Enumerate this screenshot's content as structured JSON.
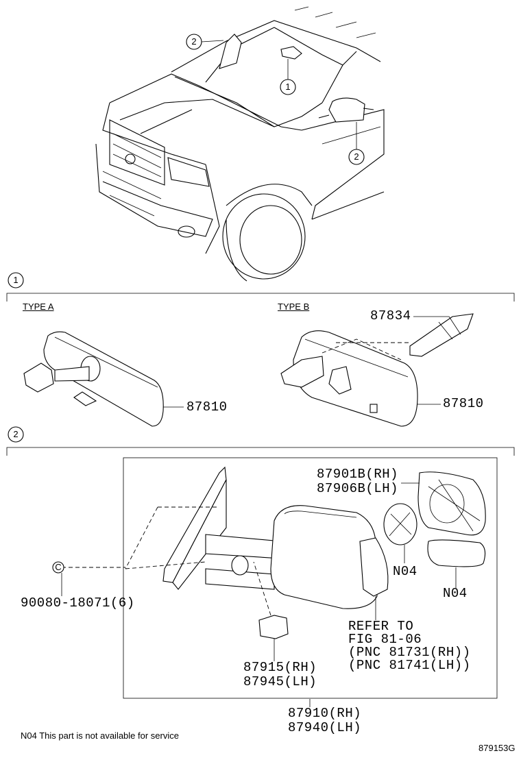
{
  "callouts": {
    "mirror_inner_ref": "1",
    "mirror_outer_ref": "2",
    "section1_ref": "1",
    "section2_ref": "2"
  },
  "section1": {
    "type_a_label": "TYPE A",
    "type_b_label": "TYPE B",
    "type_a_part": "87810",
    "type_b_part": "87810",
    "type_b_cover_part": "87834"
  },
  "section2": {
    "glass_rh": "87901B(RH)",
    "glass_lh": "87906B(LH)",
    "n04_a": "N04",
    "n04_b": "N04",
    "clip_part": "90080-18071(6)",
    "refer_line1": "REFER TO",
    "refer_line2": "FIG 81-06",
    "refer_line3": "(PNC 81731(RH))",
    "refer_line4": "(PNC 81741(LH))",
    "cover_rh": "87915(RH)",
    "cover_lh": "87945(LH)",
    "assy_rh": "87910(RH)",
    "assy_lh": "87940(LH)"
  },
  "footnote": "N04 This part is not available for service",
  "figure_code": "879153G"
}
